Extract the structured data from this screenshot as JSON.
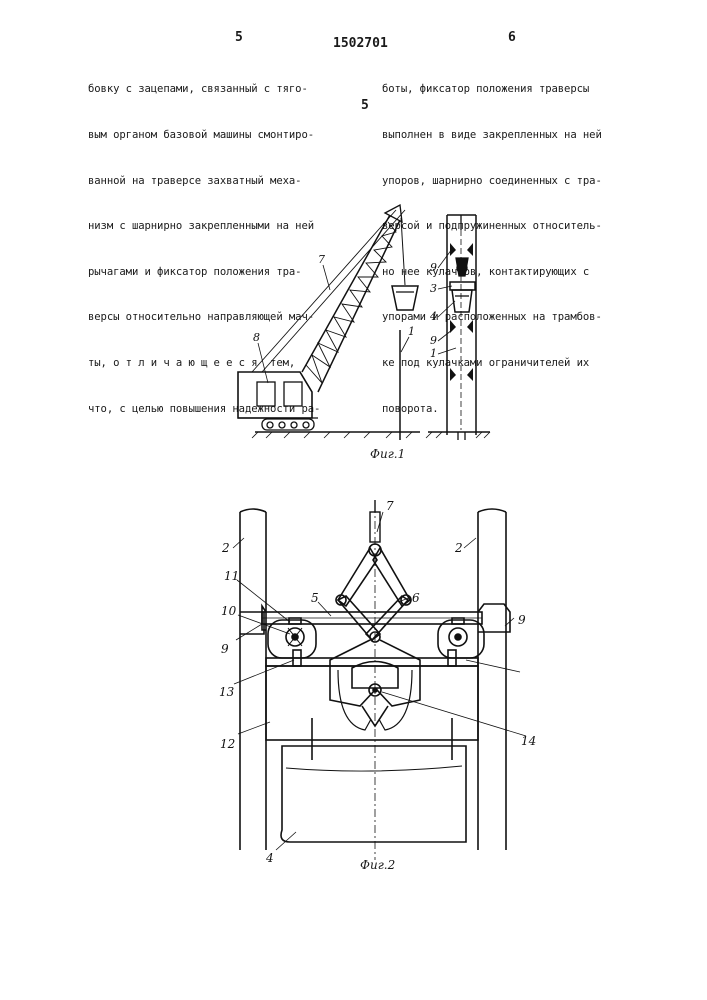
{
  "header": {
    "left_col_number": "5",
    "patent_number": "1502701",
    "right_col_number": "6",
    "line_marker": "5"
  },
  "left_column": [
    "бовку с зацепами, связанный с тяго-",
    "вым органом базовой машины смонтиро-",
    "ванной на траверсе захватный меха-",
    "низм с шарнирно закрепленными на ней",
    "рычагами и фиксатор положения тра-",
    "версы относительно направляющей мач-",
    "ты, о т л и ч а ю щ е е с я  тем,",
    "что, с целью повышения надежности ра-"
  ],
  "right_column": [
    "боты, фиксатор положения траверсы",
    "выполнен в виде закрепленных на ней",
    "упоров, шарнирно соединенных с тра-",
    "версой и подпружиненных относитель-",
    "но нее кулачков, контактирующих с",
    "упорами и расположенных на трамбов-",
    "ке под кулачками ограничителей их",
    "поворота."
  ],
  "figure1": {
    "caption": "Фиг.1",
    "labels": {
      "boom": "7",
      "cab": "8",
      "mast_left": "1",
      "stop_upper": "9",
      "traverse": "3",
      "rammer": "4",
      "stop_lower": "9",
      "mast_right": "1"
    }
  },
  "figure2": {
    "caption": "Фиг.2",
    "labels": {
      "rope": "7",
      "mast_left": "2",
      "mast_right": "2",
      "traverse": "5",
      "lever": "6",
      "bracket_11": "11",
      "bracket_10": "10",
      "stop_left": "9",
      "stop_right": "9",
      "cam": "13",
      "rammer_plate": "12",
      "jaw": "14",
      "rammer": "4"
    }
  }
}
